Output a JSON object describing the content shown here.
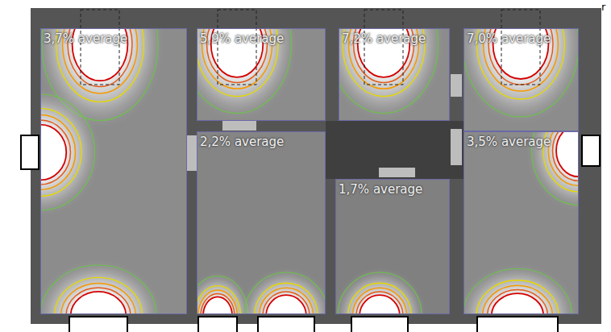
{
  "diagram": {
    "nodes": [
      {
        "text": [
          "3,7% average"
        ]
      },
      {
        "text": [
          "5,9% average"
        ]
      },
      {
        "text": [
          "7,2% average"
        ]
      },
      {
        "text": [
          "7,0% average"
        ]
      },
      {
        "text": [
          "2,2% average"
        ]
      },
      {
        "text": [
          "3,5% average"
        ]
      },
      {
        "text": [
          "1,7% average"
        ]
      }
    ],
    "labels": [
      "r"
    ]
  }
}
